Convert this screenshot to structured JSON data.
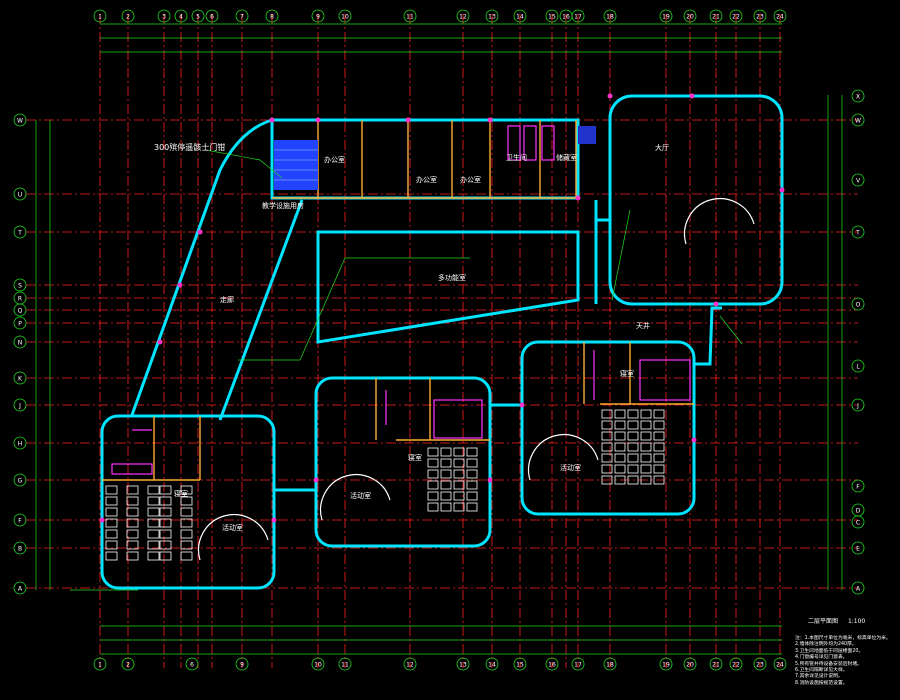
{
  "top_axis_labels": [
    "1",
    "2",
    "3",
    "4",
    "5",
    "6",
    "7",
    "8",
    "9",
    "10",
    "11",
    "12",
    "13",
    "14",
    "15",
    "16",
    "17",
    "18",
    "19",
    "20",
    "21",
    "22",
    "23",
    "24"
  ],
  "bottom_axis_labels": [
    "1",
    "2",
    "6",
    "9",
    "10",
    "11",
    "12",
    "13",
    "14",
    "15",
    "16",
    "17",
    "18",
    "19",
    "20",
    "21",
    "22",
    "23",
    "24"
  ],
  "left_axis_labels": [
    "W",
    "U",
    "T",
    "S",
    "R",
    "Q",
    "P",
    "N",
    "K",
    "J",
    "H",
    "G",
    "F",
    "B",
    "A"
  ],
  "right_axis_labels": [
    "X",
    "W",
    "V",
    "T",
    "O",
    "L",
    "J",
    "F",
    "D",
    "C",
    "E",
    "A"
  ],
  "room_labels": {
    "stair_note": "300殡停遥骸士门钳",
    "office1": "办公室",
    "office2": "办公室",
    "office3": "办公室",
    "lobby": "大厅",
    "hall": "多功能室",
    "corridor": "走廊",
    "activity1": "活动室",
    "activity2": "活动室",
    "activity3": "活动室",
    "bedroom1": "寝室",
    "bedroom2": "寝室",
    "bedroom3": "寝室",
    "toilet": "卫生间",
    "storage": "储藏室",
    "teacher": "教学设施用房",
    "garden": "天井"
  },
  "title": {
    "name": "二层平面图",
    "scale": "1:100"
  },
  "notes": [
    "注：1.本图尺寸单位为毫米，标高单位为米。",
    "2.墙体除注明外均为240厚。",
    "3.卫生间地面低于同层楼面20。",
    "4.门窗编号详见门窗表。",
    "5.所有管井待设备安装后封堵。",
    "6.卫生间隔断详见大样。",
    "7.其余详见设计说明。",
    "8.消防设施按规范设置。"
  ]
}
